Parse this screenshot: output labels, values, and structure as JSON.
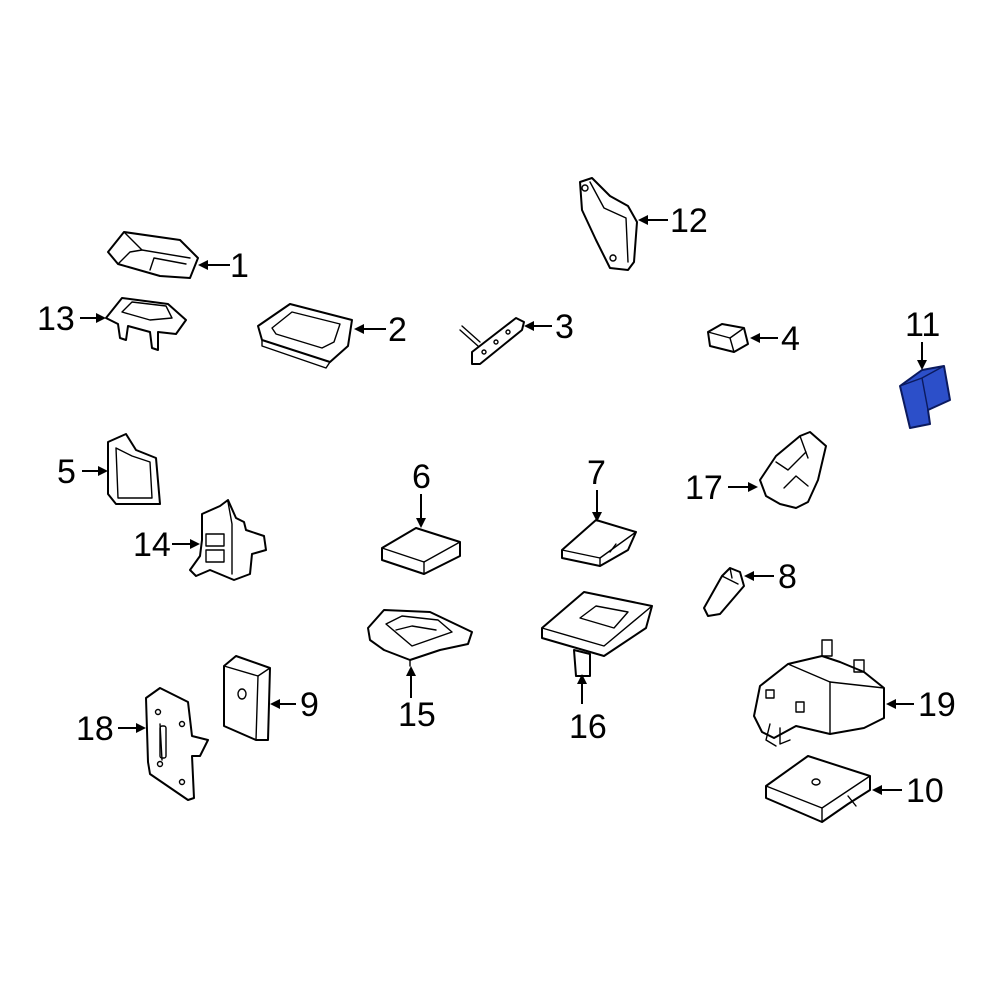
{
  "highlight_color": "#2c4fc9",
  "callouts": {
    "c1": "1",
    "c2": "2",
    "c3": "3",
    "c4": "4",
    "c5": "5",
    "c6": "6",
    "c7": "7",
    "c8": "8",
    "c9": "9",
    "c10": "10",
    "c11": "11",
    "c12": "12",
    "c13": "13",
    "c14": "14",
    "c15": "15",
    "c16": "16",
    "c17": "17",
    "c18": "18",
    "c19": "19"
  },
  "highlighted_part": "11"
}
